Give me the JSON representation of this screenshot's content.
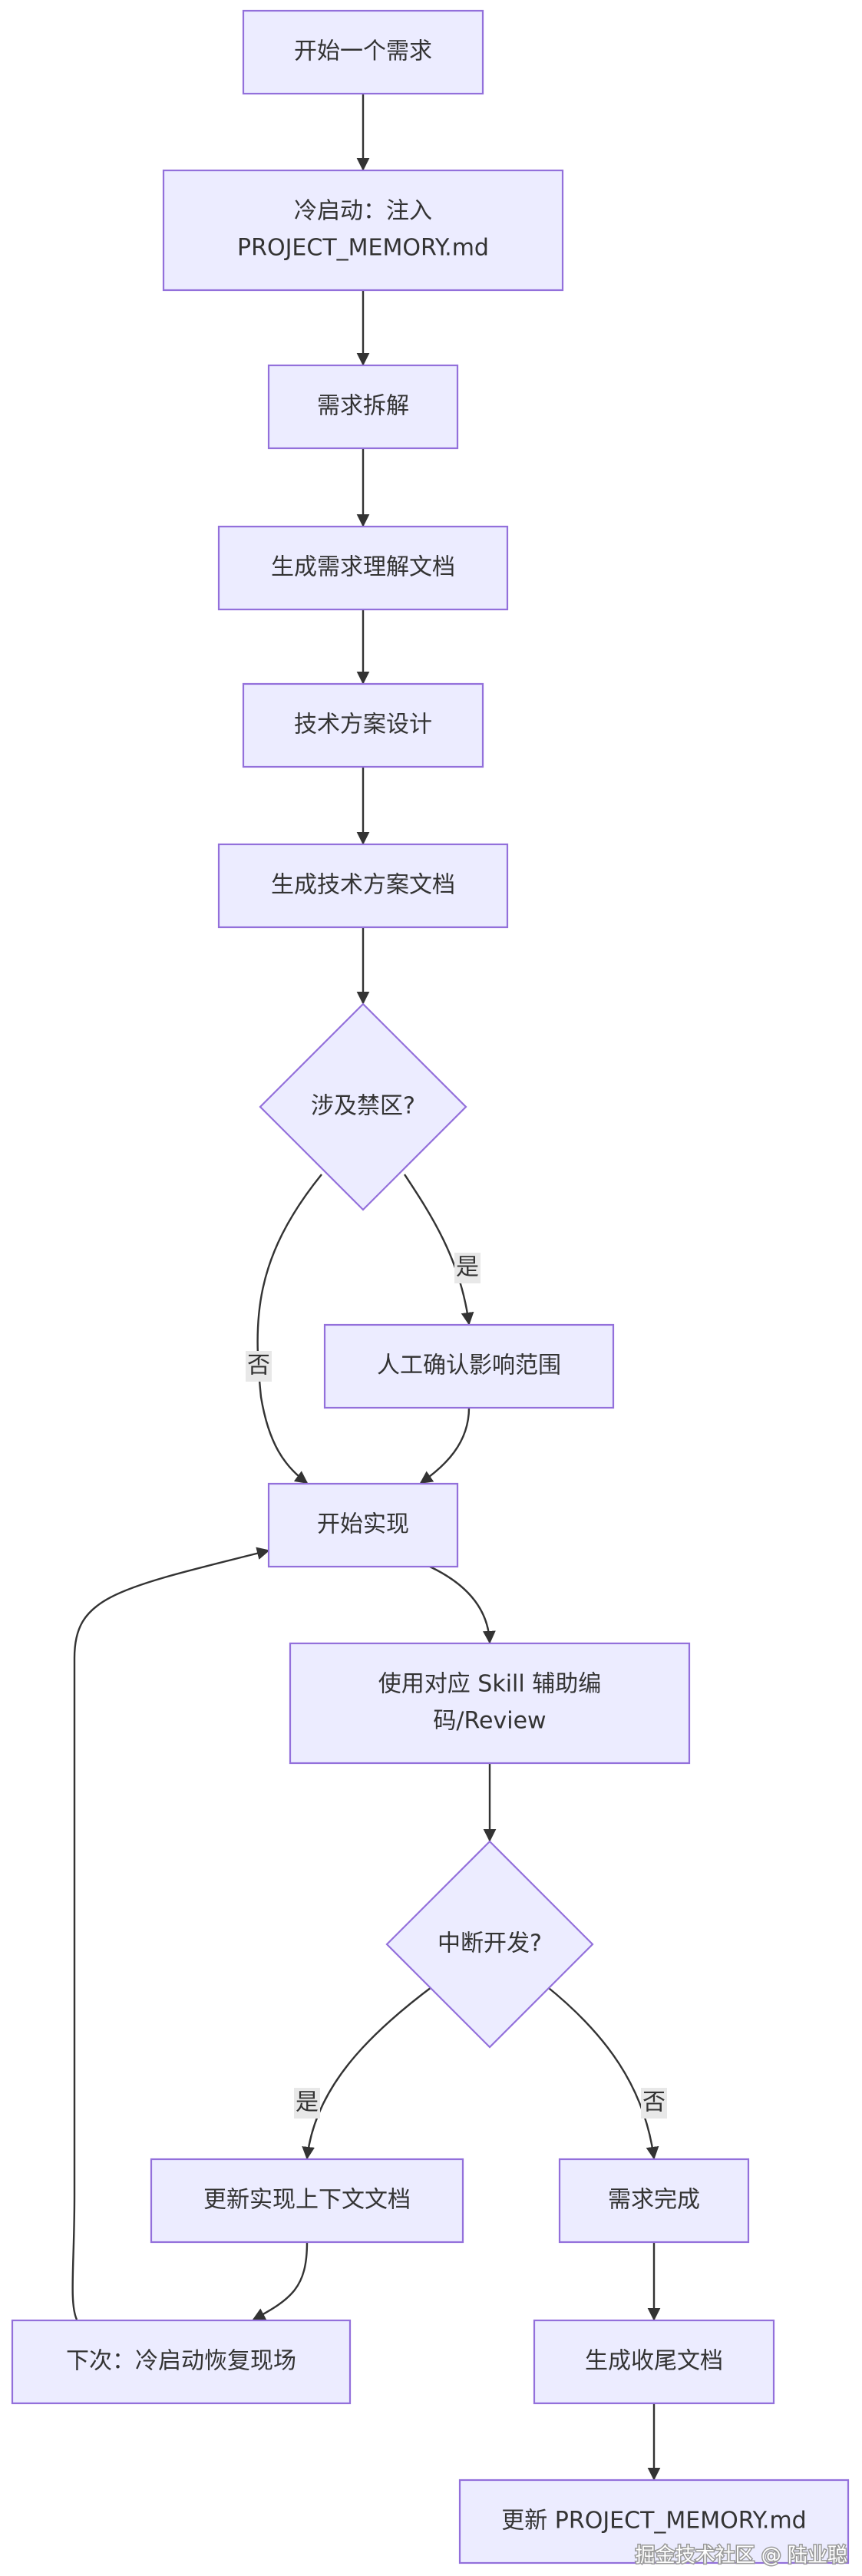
{
  "nodes": {
    "start": [
      "开始一个需求"
    ],
    "cold_start": [
      "冷启动：注入",
      "PROJECT_MEMORY.md"
    ],
    "breakdown": [
      "需求拆解"
    ],
    "understand_doc": [
      "生成需求理解文档"
    ],
    "tech_design": [
      "技术方案设计"
    ],
    "tech_doc": [
      "生成技术方案文档"
    ],
    "forbidden_q": [
      "涉及禁区?"
    ],
    "confirm_scope": [
      "人工确认影响范围"
    ],
    "impl": [
      "开始实现"
    ],
    "skill": [
      "使用对应 Skill 辅助编",
      "码/Review"
    ],
    "interrupt_q": [
      "中断开发?"
    ],
    "update_ctx": [
      "更新实现上下文文档"
    ],
    "restore": [
      "下次：冷启动恢复现场"
    ],
    "done": [
      "需求完成"
    ],
    "final_doc": [
      "生成收尾文档"
    ],
    "update_memory": [
      "更新 PROJECT_MEMORY.md"
    ]
  },
  "edge_labels": {
    "forbidden_yes": "是",
    "forbidden_no": "否",
    "interrupt_yes": "是",
    "interrupt_no": "否"
  },
  "watermark": "掘金技术社区 @ 陆业聪",
  "colors": {
    "node_fill": "#ececff",
    "node_stroke": "#9370db",
    "edge": "#333333",
    "edge_label_bg": "#e8e8e8",
    "text": "#333333"
  }
}
